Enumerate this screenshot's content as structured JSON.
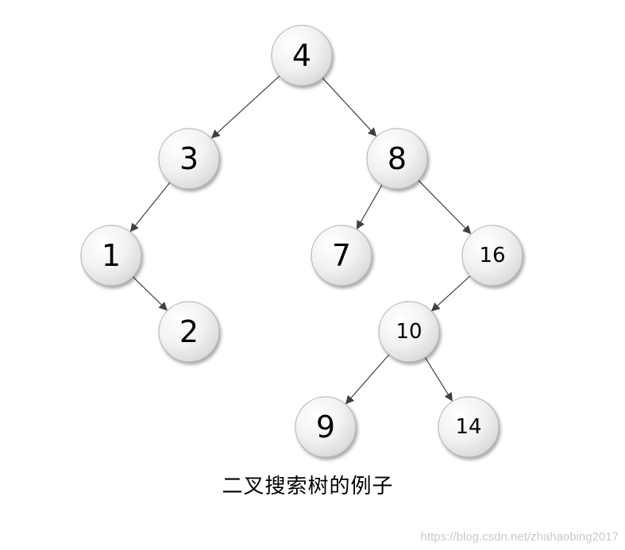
{
  "diagram": {
    "type": "binary-search-tree",
    "node_fill_light": "#ffffff",
    "node_fill_dark": "#d9d9d9",
    "edge_color": "#404040",
    "nodes": [
      {
        "id": "n4",
        "label": "4"
      },
      {
        "id": "n3",
        "label": "3"
      },
      {
        "id": "n8",
        "label": "8"
      },
      {
        "id": "n1",
        "label": "1"
      },
      {
        "id": "n2",
        "label": "2"
      },
      {
        "id": "n7",
        "label": "7"
      },
      {
        "id": "n16",
        "label": "16"
      },
      {
        "id": "n10",
        "label": "10"
      },
      {
        "id": "n9",
        "label": "9"
      },
      {
        "id": "n14",
        "label": "14"
      }
    ],
    "edges": [
      {
        "from": "n4",
        "to": "n3"
      },
      {
        "from": "n4",
        "to": "n8"
      },
      {
        "from": "n3",
        "to": "n1"
      },
      {
        "from": "n1",
        "to": "n2"
      },
      {
        "from": "n8",
        "to": "n7"
      },
      {
        "from": "n8",
        "to": "n16"
      },
      {
        "from": "n16",
        "to": "n10"
      },
      {
        "from": "n10",
        "to": "n9"
      },
      {
        "from": "n10",
        "to": "n14"
      }
    ]
  },
  "caption": "二叉搜索树的例子",
  "watermark": "https://blog.csdn.net/zhahaobing2017"
}
